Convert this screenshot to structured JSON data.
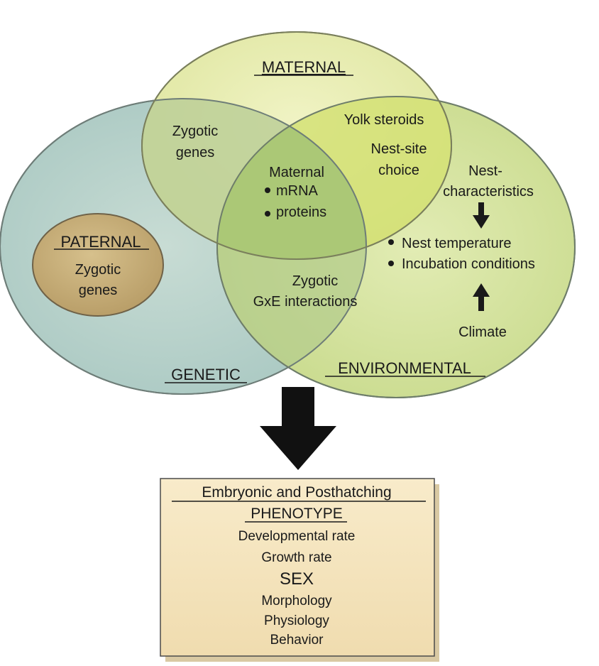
{
  "circles": {
    "maternal": {
      "label": "MATERNAL",
      "fill": "#e6ebac"
    },
    "genetic": {
      "label": "GENETIC",
      "fill": "#b8d2cc"
    },
    "environmental": {
      "label": "ENVIRONMENTAL",
      "fill": "#d4e39c"
    },
    "paternal": {
      "label": "PATERNAL",
      "fill": "#c7ae78",
      "line1": "Zygotic",
      "line2": "genes"
    }
  },
  "regions": {
    "maternal_genetic": {
      "line1": "Zygotic",
      "line2": "genes"
    },
    "maternal_environmental": {
      "line1": "Yolk steroids",
      "line2": "Nest-site",
      "line3": "choice"
    },
    "center": {
      "title": "Maternal",
      "items": [
        "mRNA",
        "proteins"
      ]
    },
    "genetic_environmental": {
      "line1": "Zygotic",
      "line2": "GxE interactions"
    },
    "environmental": {
      "nest_line1": "Nest-",
      "nest_line2": "characteristics",
      "items": [
        "Nest temperature",
        "Incubation conditions"
      ],
      "climate": "Climate"
    }
  },
  "phenotype_box": {
    "fill": "#f4e3bd",
    "title": "Embryonic and Posthatching",
    "subtitle": "PHENOTYPE",
    "items": [
      "Developmental rate",
      "Growth rate",
      "SEX",
      "Morphology",
      "Physiology",
      "Behavior"
    ]
  }
}
